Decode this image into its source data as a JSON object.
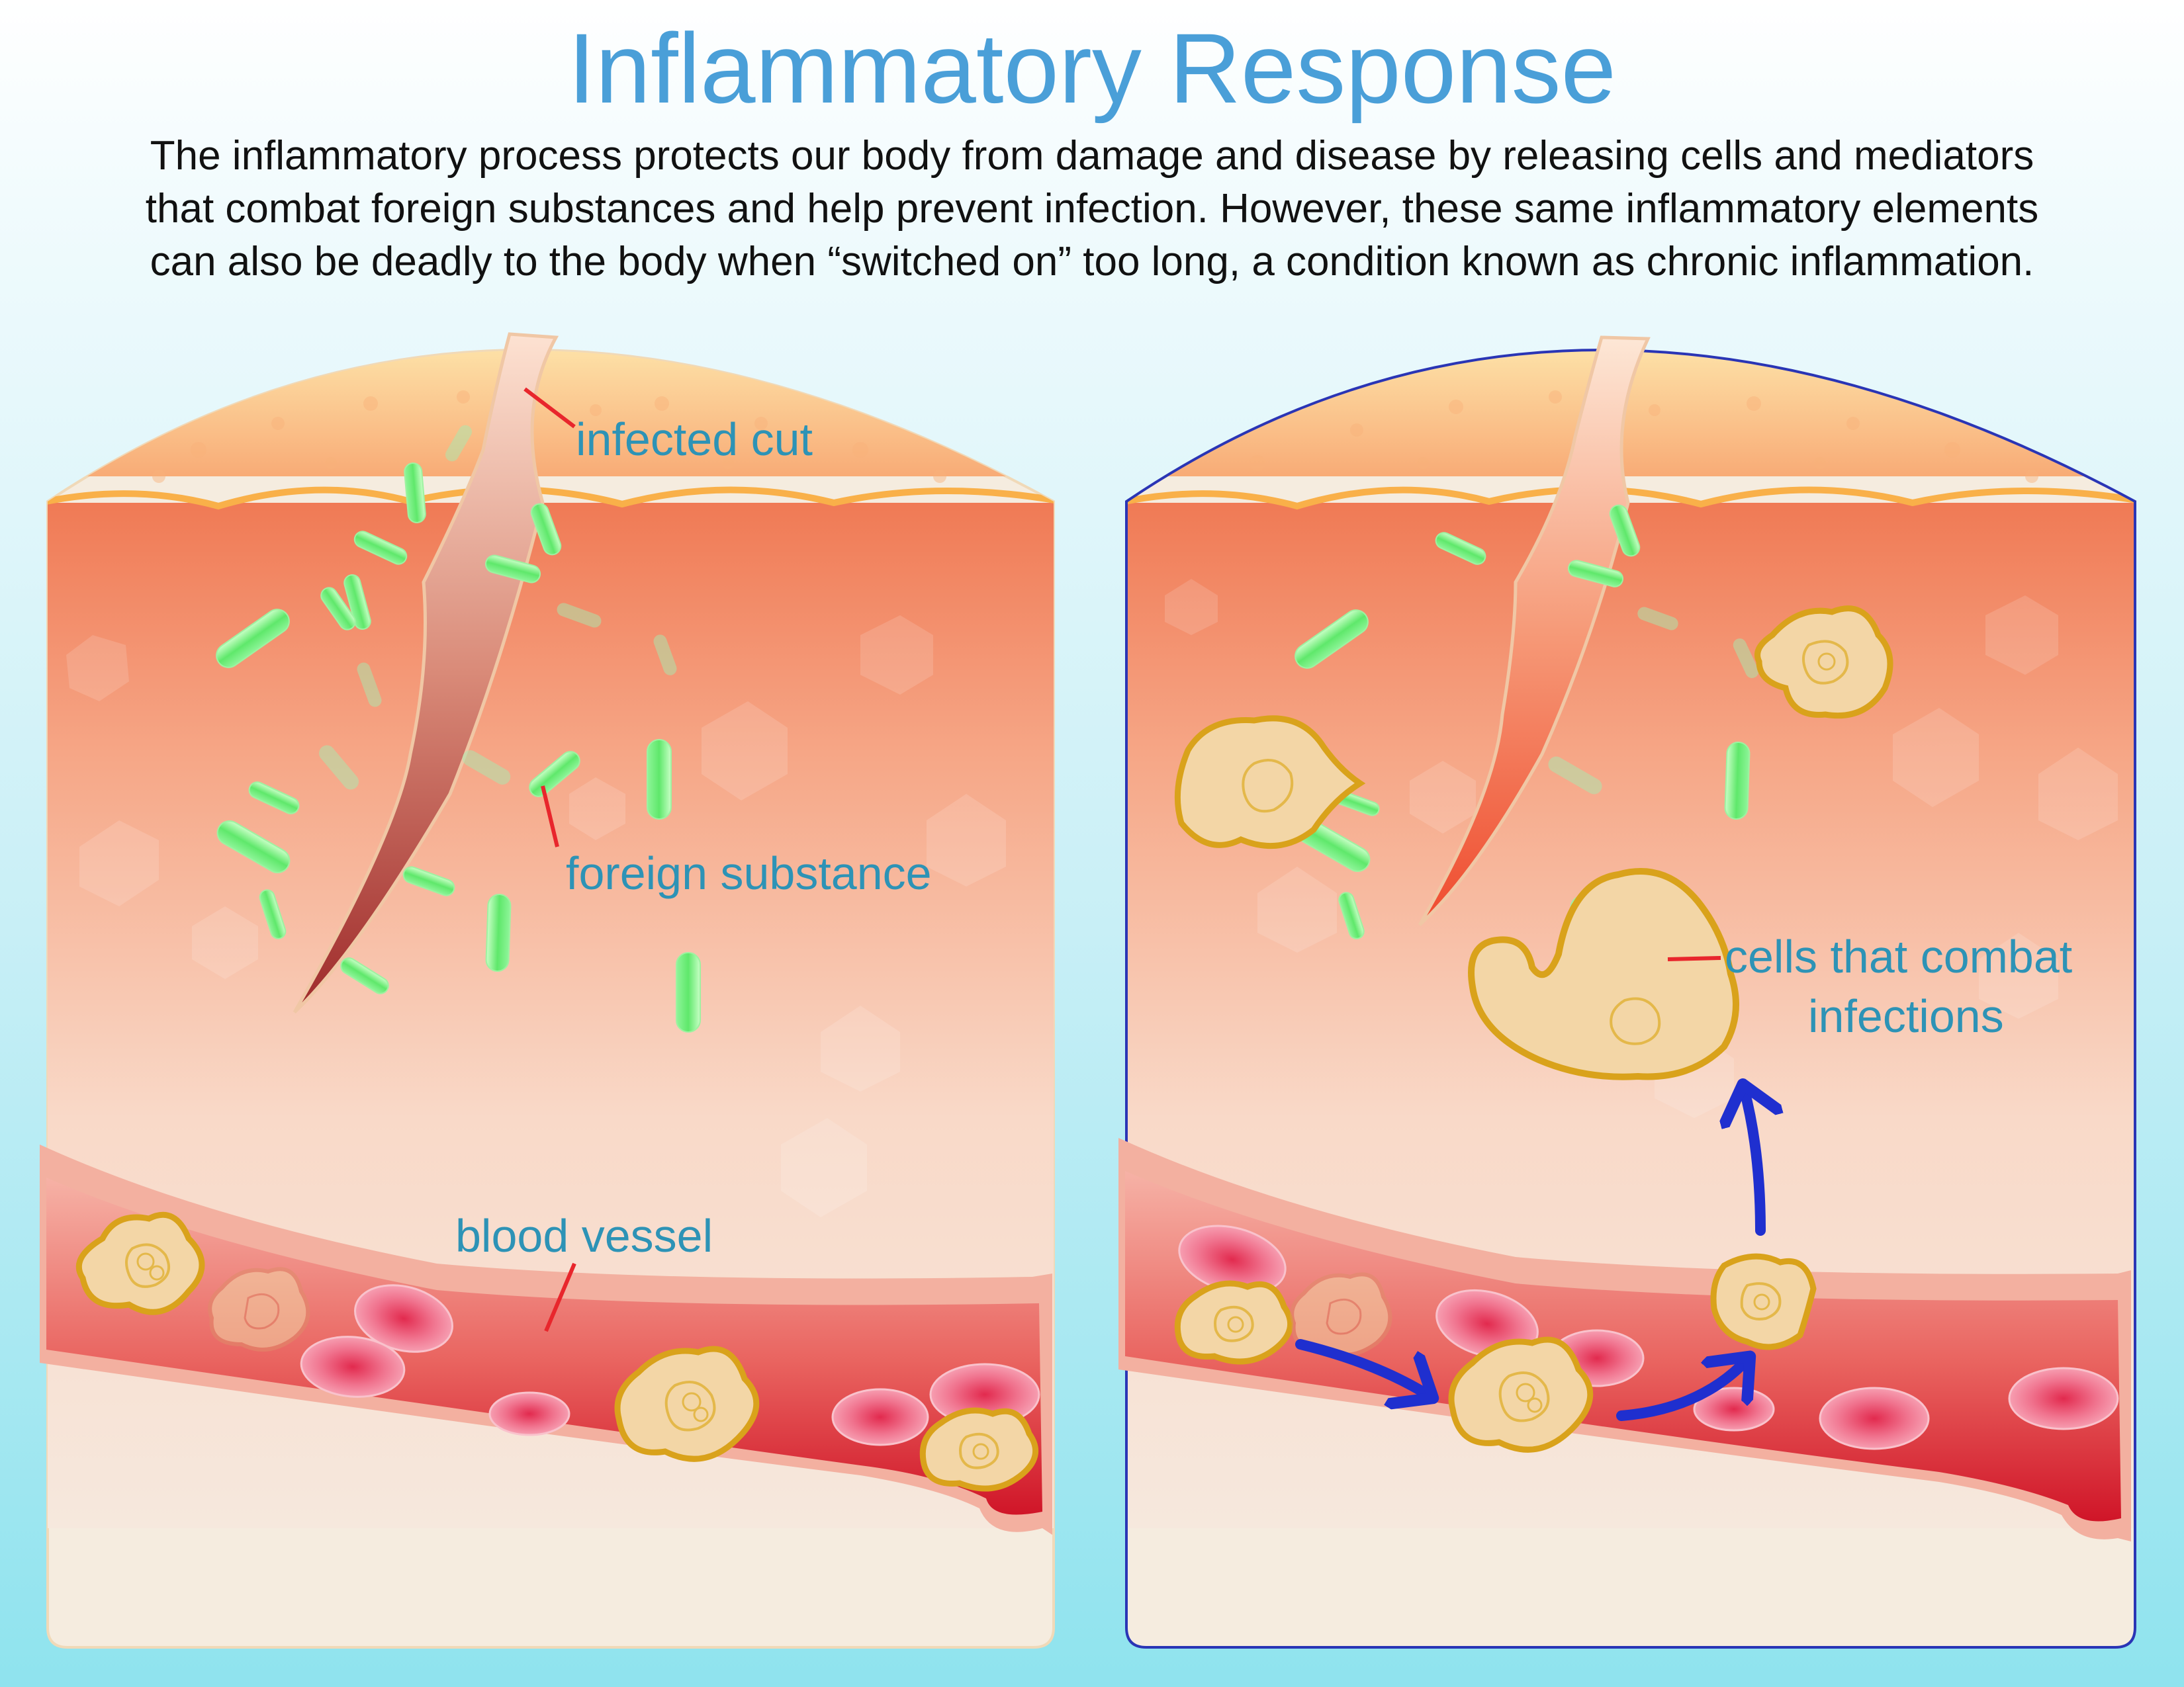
{
  "title": "Inflammatory Response",
  "intro": {
    "line1": "The inflammatory process protects our body from damage and disease by releasing cells and mediators",
    "line2": "that combat foreign substances and help prevent infection. However, these same inflammatory elements",
    "line3": "can also be deadly to the body when “switched on” too long, a condition known as chronic inflammation."
  },
  "labels": {
    "infected_cut": "infected cut",
    "foreign_substance": "foreign substance",
    "blood_vessel": "blood vessel",
    "cells_line1": "cells that combat",
    "cells_line2": "infections"
  },
  "colors": {
    "title": "#4a9fd8",
    "label": "#2d93b6",
    "leader": "#e8262c",
    "bacteria": "#5fe86b",
    "cell_outline": "#d9a21b",
    "arrow": "#1f2fcf",
    "panel_border": "#2a35b5"
  }
}
